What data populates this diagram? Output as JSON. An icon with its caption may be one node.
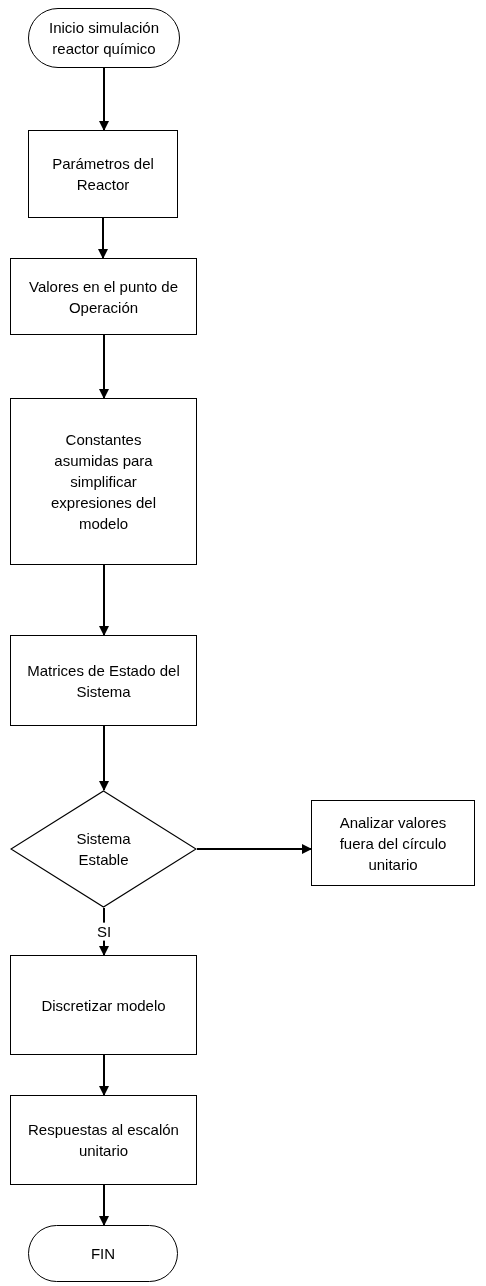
{
  "diagram": {
    "nodes": [
      {
        "text": [
          "Inicio simulación reactor químico"
        ]
      },
      {
        "text": [
          "Parámetros del Reactor"
        ]
      },
      {
        "text": [
          "Valores en el punto de Operación"
        ]
      },
      {
        "text": [
          "Constantes asumidas para simplificar expresiones del modelo"
        ]
      },
      {
        "text": [
          "Matrices de Estado del Sistema"
        ]
      },
      {
        "text": [
          "Sistema Estable"
        ]
      },
      {
        "text": [
          "Analizar valores fuera del círculo unitario"
        ]
      },
      {
        "text": [
          "Discretizar modelo"
        ]
      },
      {
        "text": [
          "Respuestas al escalón unitario"
        ]
      },
      {
        "text": [
          "FIN"
        ]
      }
    ],
    "edges": [
      {
        "from": 0,
        "to": 1,
        "arrow": "to"
      },
      {
        "from": 1,
        "to": 2,
        "arrow": "to"
      },
      {
        "from": 2,
        "to": 3,
        "arrow": "to"
      },
      {
        "from": 3,
        "to": 4,
        "arrow": "to"
      },
      {
        "from": 4,
        "to": 5,
        "arrow": "to"
      },
      {
        "from": 5,
        "to": 6,
        "arrow": "to"
      },
      {
        "from": 5,
        "to": 7,
        "arrow": "to",
        "label": "SI"
      },
      {
        "from": 7,
        "to": 8,
        "arrow": "to"
      },
      {
        "from": 8,
        "to": 9,
        "arrow": "to"
      }
    ]
  }
}
